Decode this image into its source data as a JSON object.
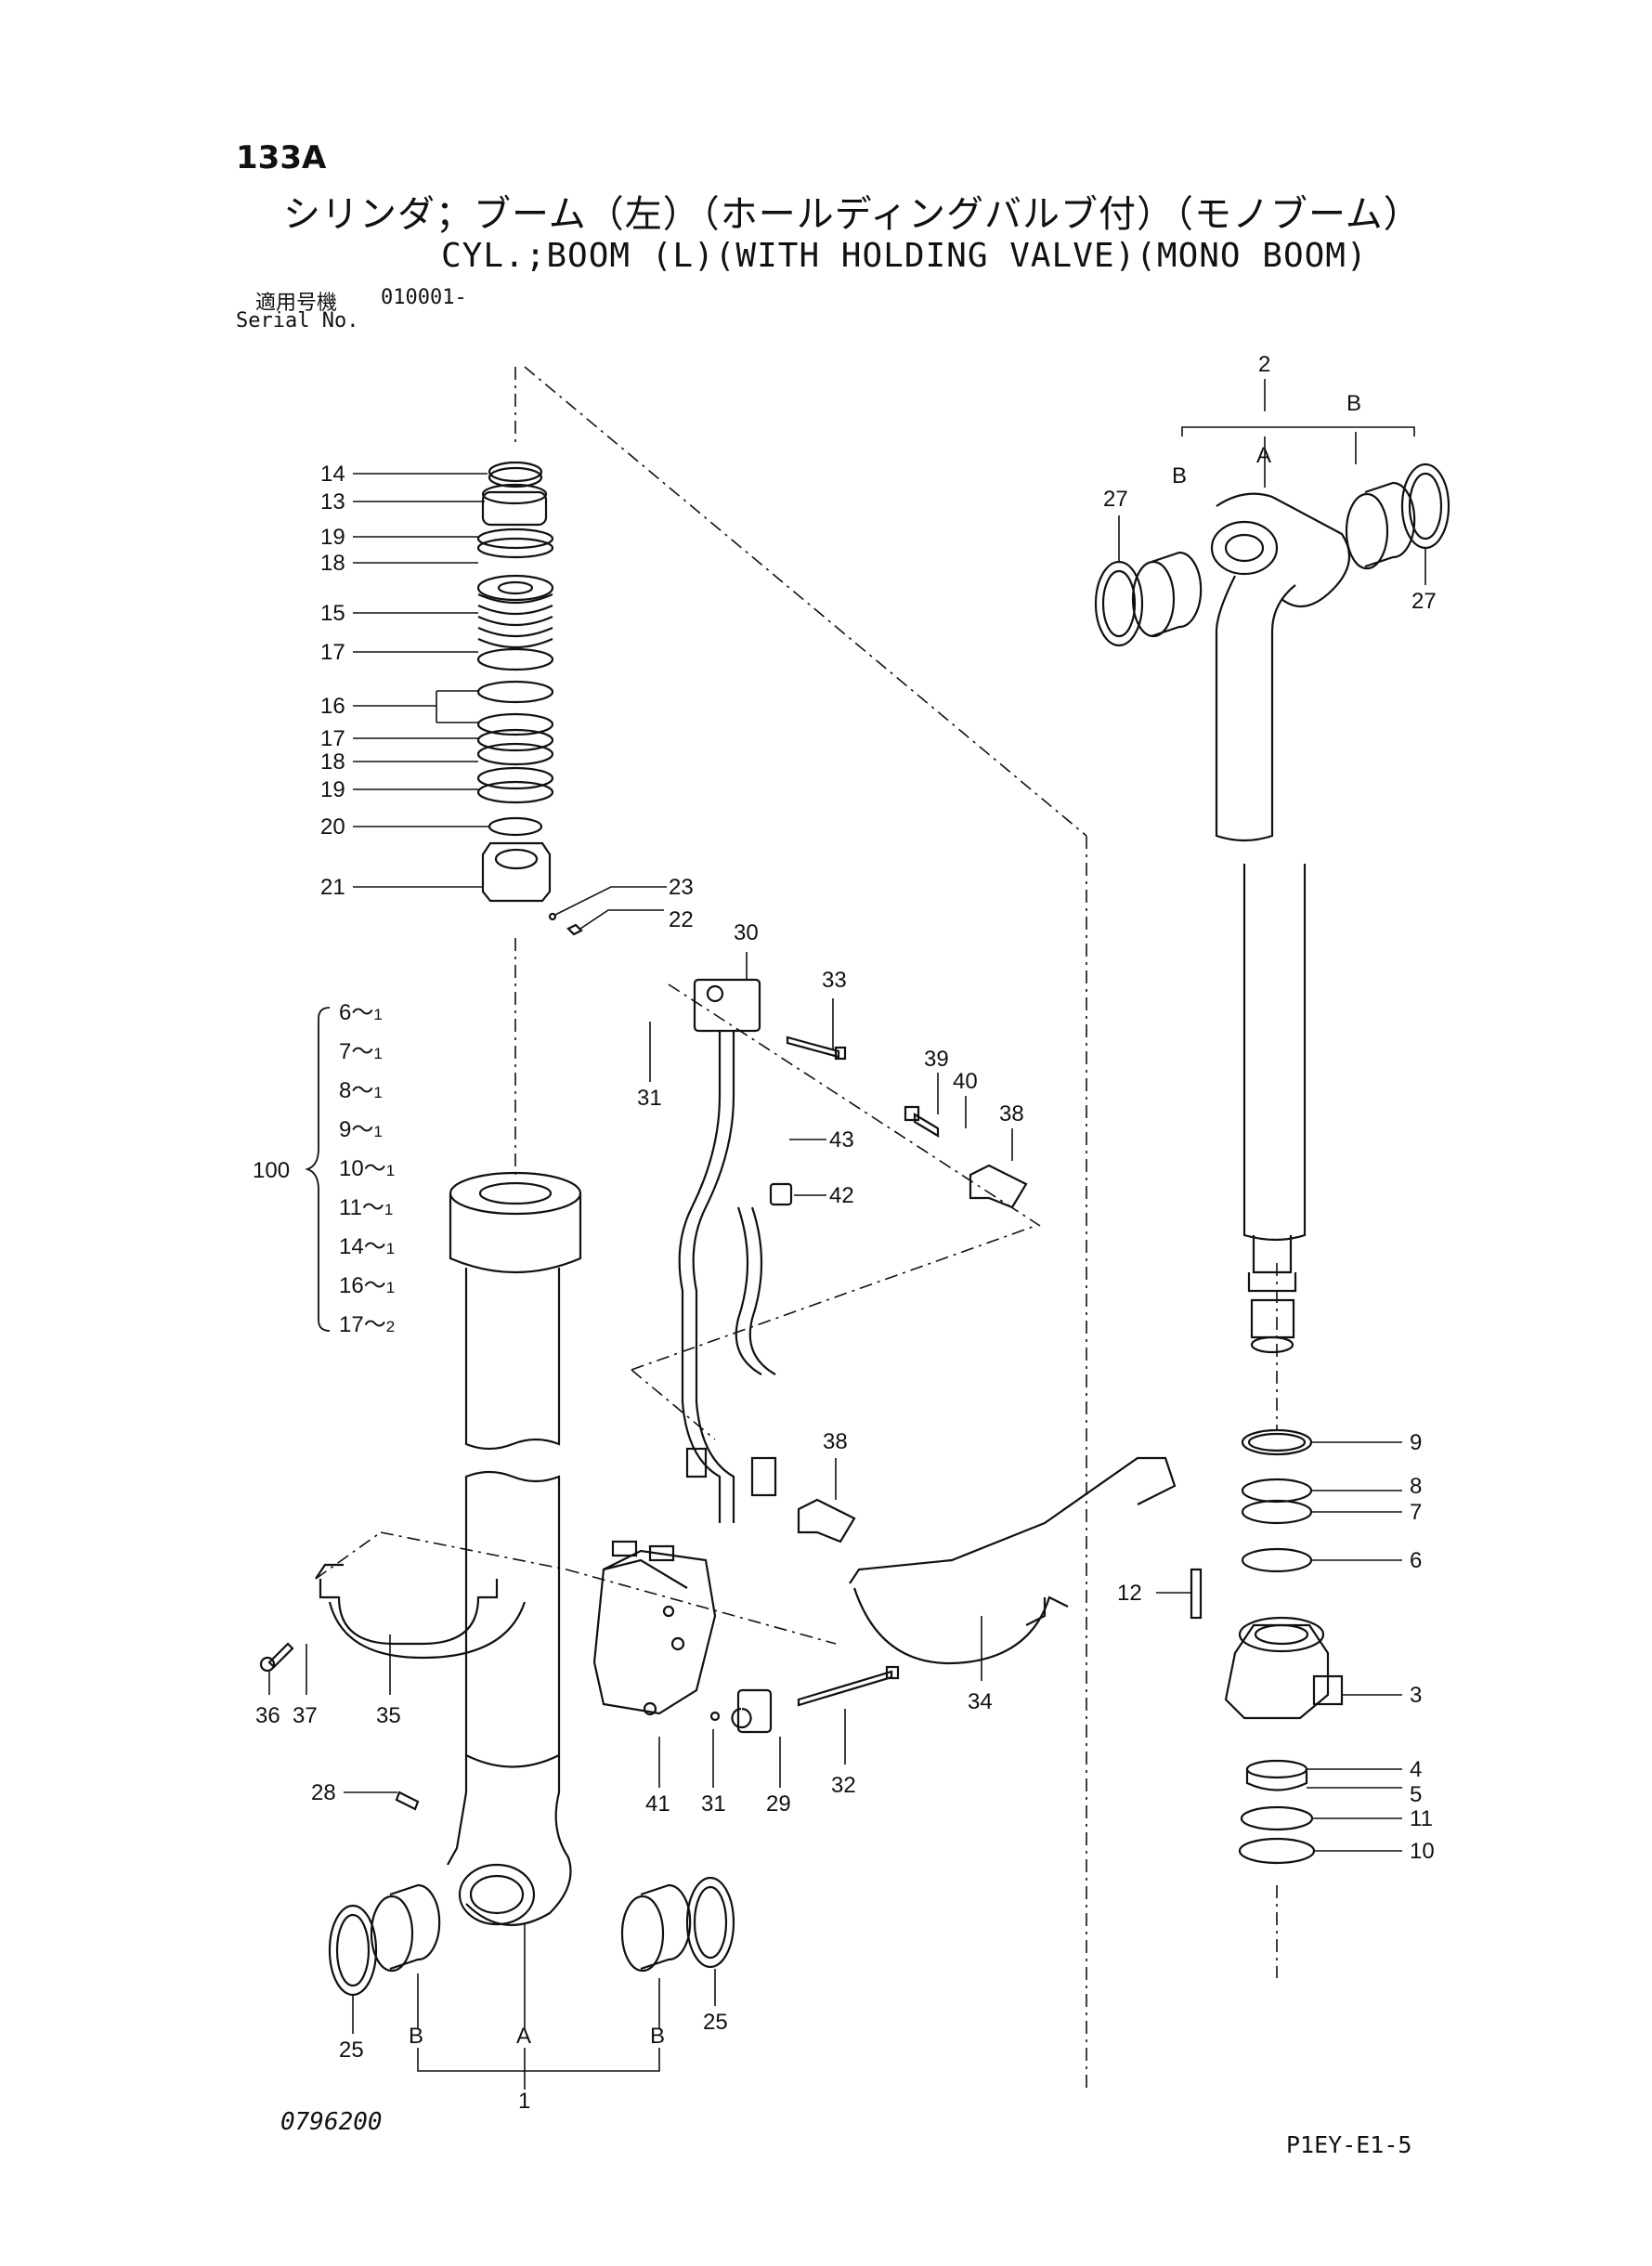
{
  "header": {
    "page_number": "133A",
    "title_ja": "シリンダ；ブーム（左）（ホールディングバルブ付）（モノブーム）",
    "title_en": "CYL.;BOOM (L)(WITH HOLDING VALVE)(MONO BOOM)",
    "serial_label_ja": "適用号機",
    "serial_value": "010001-",
    "serial_label_en": "Serial No."
  },
  "footer": {
    "drawing_number": "0796200",
    "page_code": "P1EY-E1-5"
  },
  "diagram": {
    "callouts": {
      "c14": "14",
      "c13": "13",
      "c19a": "19",
      "c18a": "18",
      "c15": "15",
      "c17a": "17",
      "c16": "16",
      "c17b": "17",
      "c18b": "18",
      "c19b": "19",
      "c20": "20",
      "c21": "21",
      "c23": "23",
      "c22": "22",
      "c30": "30",
      "c33": "33",
      "c31a": "31",
      "c43": "43",
      "c42": "42",
      "c39": "39",
      "c40": "40",
      "c38a": "38",
      "c38b": "38",
      "c100": "100",
      "c36": "36",
      "c37": "37",
      "c35": "35",
      "c34": "34",
      "c32": "32",
      "c28": "28",
      "c41": "41",
      "c31b": "31",
      "c29": "29",
      "c25a": "25",
      "c25b": "25",
      "c1": "1",
      "cA1": "A",
      "cB1": "B",
      "cB2": "B",
      "c2": "2",
      "cA2": "A",
      "cB3": "B",
      "cB4": "B",
      "c27a": "27",
      "c27b": "27",
      "c9": "9",
      "c8": "8",
      "c7": "7",
      "c6": "6",
      "c12": "12",
      "c3": "3",
      "c4": "4",
      "c5": "5",
      "c11": "11",
      "c10": "10"
    },
    "kit_items": [
      {
        "part": "6",
        "qty": "1"
      },
      {
        "part": "7",
        "qty": "1"
      },
      {
        "part": "8",
        "qty": "1"
      },
      {
        "part": "9",
        "qty": "1"
      },
      {
        "part": "10",
        "qty": "1"
      },
      {
        "part": "11",
        "qty": "1"
      },
      {
        "part": "14",
        "qty": "1"
      },
      {
        "part": "16",
        "qty": "1"
      },
      {
        "part": "17",
        "qty": "2"
      }
    ],
    "kit_separator": "～"
  }
}
